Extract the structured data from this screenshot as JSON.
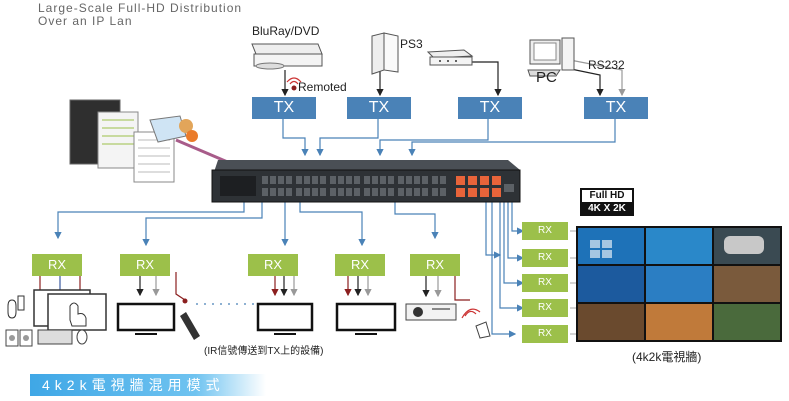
{
  "title": {
    "line1": "Large-Scale Full-HD Distribution",
    "line2": "Over an IP Lan"
  },
  "sources": {
    "bluray": "BluRay/DVD",
    "ps3": "PS3",
    "pc": "PC",
    "rs232": "RS232",
    "remoted": "Remoted"
  },
  "tx_label": "TX",
  "rx_label": "RX",
  "fullhd": {
    "line1": "Full HD",
    "line2": "4K X 2K"
  },
  "ir_note": "(IR信號傳送到TX上的設備)",
  "videowall_caption": "(4k2k電視牆)",
  "banner": "4k2k電視牆混用模式",
  "colors": {
    "tx": "#4a82b7",
    "rx": "#9cc04a",
    "banner": "#3fa7e6",
    "arrow": "#4a82b7"
  }
}
